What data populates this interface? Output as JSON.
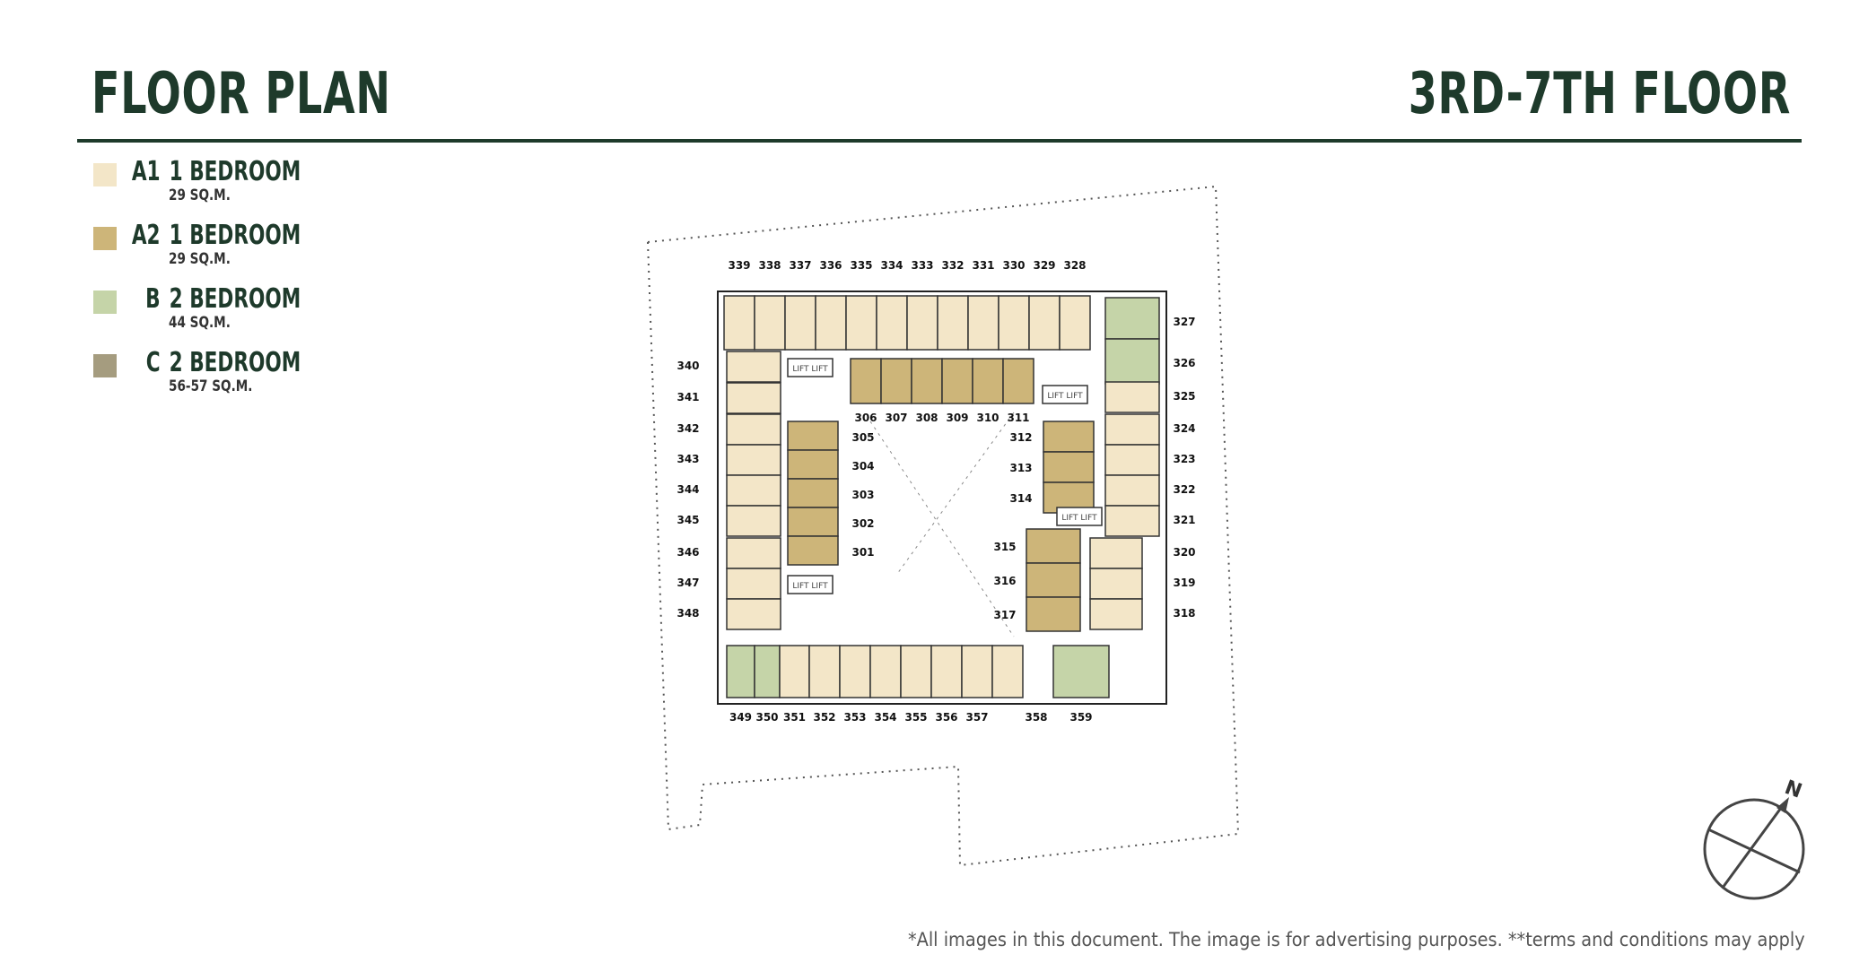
{
  "header": {
    "title_left": "FLOOR PLAN",
    "title_right": "3RD-7TH FLOOR"
  },
  "legend": [
    {
      "code": "A1",
      "label": "1 BEDROOM",
      "area": "29 SQ.M.",
      "color": "#f3e6c8"
    },
    {
      "code": "A2",
      "label": "1 BEDROOM",
      "area": "29 SQ.M.",
      "color": "#cdb579"
    },
    {
      "code": "B",
      "label": "2 BEDROOM",
      "area": "44 SQ.M.",
      "color": "#c5d4a8"
    },
    {
      "code": "C",
      "label": "2 BEDROOM",
      "area": "56-57 SQ.M.",
      "color": "#a59c7f"
    }
  ],
  "units": {
    "top": [
      "339",
      "338",
      "337",
      "336",
      "335",
      "334",
      "333",
      "332",
      "331",
      "330",
      "329",
      "328"
    ],
    "right": [
      "327",
      "326",
      "325",
      "324",
      "323",
      "322",
      "321",
      "320",
      "319",
      "318"
    ],
    "left": [
      "340",
      "341",
      "342",
      "343",
      "344",
      "345",
      "346",
      "347",
      "348"
    ],
    "bottom": [
      "349",
      "350",
      "351",
      "352",
      "353",
      "354",
      "355",
      "356",
      "357",
      "358",
      "359"
    ],
    "inner_top": [
      "306",
      "307",
      "308",
      "309",
      "310",
      "311"
    ],
    "inner_left": [
      "305",
      "304",
      "303",
      "302",
      "301"
    ],
    "inner_right_upper": [
      "312",
      "313",
      "314"
    ],
    "inner_right_lower": [
      "315",
      "316",
      "317"
    ]
  },
  "lift_label": "LIFT",
  "compass": {
    "label": "N"
  },
  "footer": {
    "disclaimer": "*All images in this document. The image is for advertising purposes. **terms and conditions may apply"
  }
}
